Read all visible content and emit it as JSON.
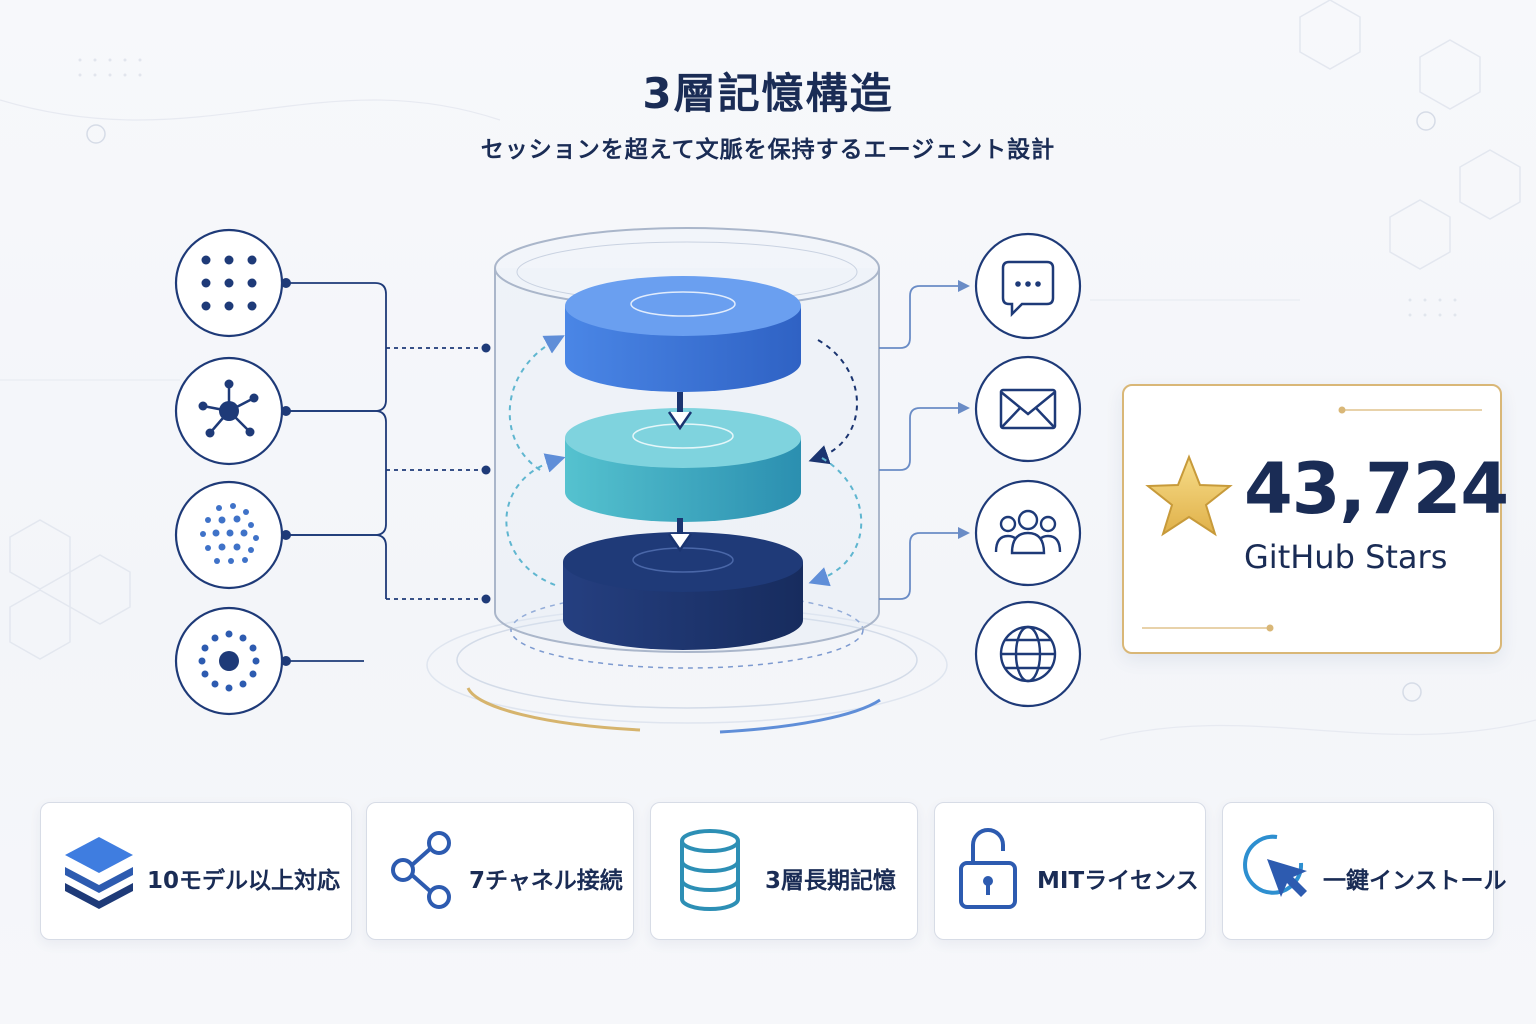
{
  "title": "3層記憶構造",
  "subtitle": "セッションを超えて文脈を保持するエージェント設計",
  "left_sources": [
    {
      "icon": "dot-grid-icon"
    },
    {
      "icon": "network-node-icon"
    },
    {
      "icon": "dot-cluster-icon"
    },
    {
      "icon": "radial-dots-icon"
    }
  ],
  "memory_layers": [
    {
      "name": "top-layer",
      "color": "#3f7de0"
    },
    {
      "name": "middle-layer",
      "color": "#48b3c6"
    },
    {
      "name": "bottom-layer",
      "color": "#1f3a78"
    }
  ],
  "right_channels": [
    {
      "icon": "chat-bubble-icon"
    },
    {
      "icon": "mail-icon"
    },
    {
      "icon": "users-icon"
    },
    {
      "icon": "globe-icon"
    }
  ],
  "github": {
    "count": "43,724",
    "label": "GitHub Stars",
    "icon": "star-icon"
  },
  "features": [
    {
      "label": "10モデル以上対応",
      "icon": "layers-icon"
    },
    {
      "label": "7チャネル接続",
      "icon": "share-icon"
    },
    {
      "label": "3層長期記憶",
      "icon": "database-icon"
    },
    {
      "label": "MITライセンス",
      "icon": "unlock-icon"
    },
    {
      "label": "一鍵インストール",
      "icon": "cursor-click-icon"
    }
  ],
  "colors": {
    "navy": "#1a2c55",
    "accent_blue": "#3f7de0",
    "teal": "#48b3c6",
    "gold": "#d9b777"
  }
}
